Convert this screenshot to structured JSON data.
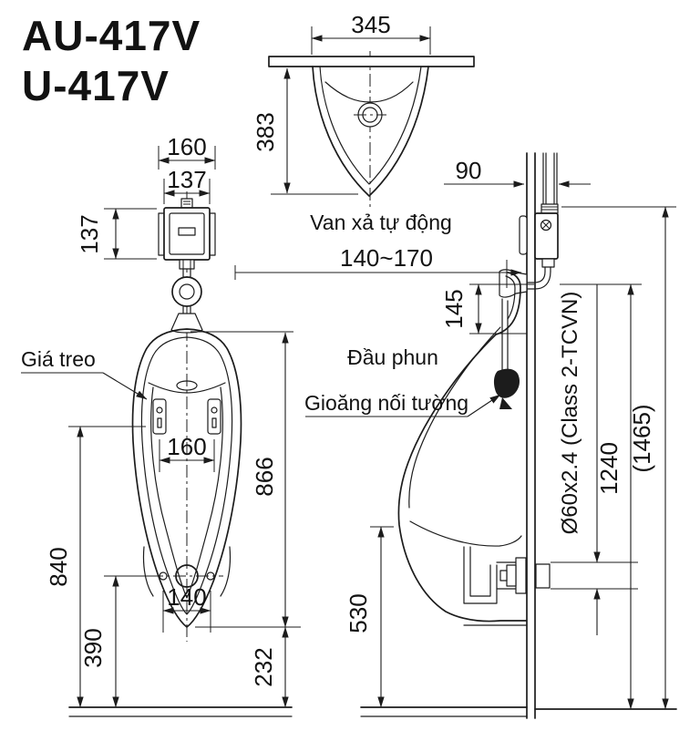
{
  "title": {
    "model_1": "AU-417V",
    "model_2": "U-417V"
  },
  "plan_view": {
    "caption": "Van xả tự động",
    "dim_width": "345",
    "dim_depth": "383"
  },
  "front_view": {
    "label_hanger": "Giá treo",
    "dim_valve_width_outer": "160",
    "dim_valve_width_inner": "137",
    "dim_valve_height": "137",
    "dim_bracket_spacing": "160",
    "dim_overall_height": "866",
    "dim_hanger_height": "840",
    "dim_drain_height": "390",
    "dim_bolt_spacing": "140",
    "dim_bottom_clearance": "232"
  },
  "side_view": {
    "dim_wall_offset": "90",
    "dim_rough_in": "140~170",
    "dim_rim_drop": "145",
    "label_spray_head": "Đầu phun",
    "label_wall_gasket": "Gioăng nối tường",
    "pipe_spec": "Ø60x2.4 (Class 2-TCVN)",
    "dim_inlet_height": "1240",
    "dim_overall_height": "(1465)",
    "dim_bowl_bottom_height": "530"
  }
}
